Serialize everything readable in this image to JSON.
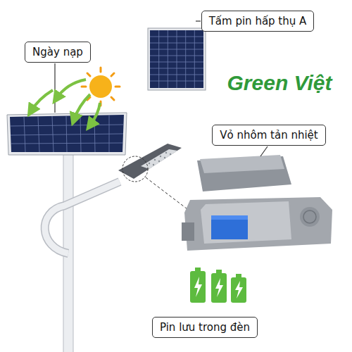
{
  "diagram": {
    "nodes": [
      {
        "text": [
          "Tấm pin hấp thụ A"
        ]
      },
      {
        "text": [
          "Ngày nạp"
        ]
      },
      {
        "text": [
          "Vỏ nhôm tản nhiệt"
        ]
      },
      {
        "text": [
          "Pin lưu trong đèn"
        ]
      }
    ],
    "labels": [
      "Green Việt"
    ]
  }
}
